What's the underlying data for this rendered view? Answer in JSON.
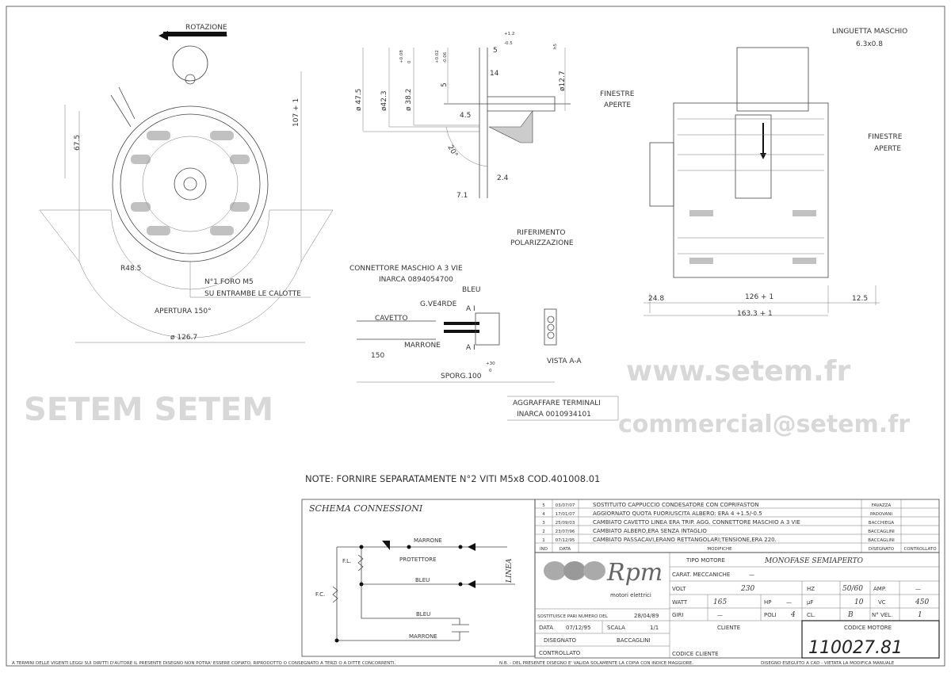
{
  "drawing": {
    "front_view": {
      "rotation_label": "ROTAZIONE",
      "dims": [
        "67.5",
        "107 + 1",
        "R48.5",
        "ø 126.7",
        "APERTURA 150°"
      ],
      "hole_note": [
        "N°1 FORO M5",
        "SU ENTRAMBE LE CALOTTE"
      ]
    },
    "shaft_detail": {
      "dims": [
        "ø 47.5",
        "ø42.3",
        "ø 38.2",
        "+0.08",
        "0",
        "5",
        "+0.02",
        "-0.06",
        "5",
        "+1.2",
        "-0.5",
        "14",
        "ø12.7",
        "h5",
        "4.5",
        "20°",
        "2.4",
        "7.1"
      ]
    },
    "side_view": {
      "labels": [
        "LINGUETTA MASCHIO",
        "6.3x0.8",
        "FINESTRE",
        "APERTE",
        "FINESTRE",
        "APERTE"
      ],
      "dims": [
        "24.8",
        "126 + 1",
        "12.5",
        "163.3 + 1"
      ]
    },
    "connector": {
      "labels": [
        "RIFERIMENTO",
        "POLARIZZAZIONE",
        "CONNETTORE MASCHIO A 3 VIE",
        "INARCA 0894054700",
        "BLEU",
        "G.VE4RDE",
        "A I",
        "CAVETTO",
        "MARRONE",
        "A I",
        "150",
        "+30",
        "0",
        "SPORG.100",
        "VISTA A-A",
        "AGGRAFFARE TERMINALI",
        "INARCA 0010934101"
      ]
    },
    "note": "NOTE: FORNIRE SEPARATAMENTE N°2 VITI M5x8 COD.401008.01"
  },
  "schema": {
    "title": "SCHEMA CONNESSIONI",
    "labels": {
      "marrone1": "MARRONE",
      "protettore": "PROTETTORE",
      "bleu1": "BLEU",
      "linea": "LINEA",
      "fl": "F.L.",
      "fc": "F.C.",
      "bleu2": "BLEU",
      "marrone2": "MARRONE"
    }
  },
  "revisions": {
    "headers": [
      "IND",
      "DATA",
      "MODIFICHE",
      "DISEGNATO",
      "CONTROLLATO"
    ],
    "rows": [
      {
        "ind": "5",
        "data": "03/07/07",
        "modifiche": "SOSTITUITO CAPPUCCIO CONDESATORE CON COPRIFASTON",
        "disegnato": "FAVAZZA",
        "controllato": ""
      },
      {
        "ind": "4",
        "data": "17/01/07",
        "modifiche": "AGGIORNATO QUOTA FUORIUSCITA ALBERO: ERA 4 +1.5/-0.5",
        "disegnato": "PADOVANI",
        "controllato": ""
      },
      {
        "ind": "3",
        "data": "25/09/03",
        "modifiche": "CAMBIATO CAVETTO LINEA ERA TRIP. AGG. CONNETTORE MASCHIO A 3 VIE",
        "disegnato": "BACCHIEGA",
        "controllato": ""
      },
      {
        "ind": "2",
        "data": "23/07/96",
        "modifiche": "CAMBIATO ALBERO,ERA SENZA INTAGLIO",
        "disegnato": "BACCAGLINI",
        "controllato": ""
      },
      {
        "ind": "1",
        "data": "07/12/95",
        "modifiche": "CAMBIATO PASSACAVI,ERANO RETTANGOLARI;TENSIONE,ERA 220.",
        "disegnato": "BACCAGLINI",
        "controllato": ""
      }
    ]
  },
  "title_block": {
    "logo_text": "Rpm",
    "logo_sub": "motori elettrici",
    "sostituisce_label": "SOSTITUISCE PARI NUMERO DEL",
    "sostituisce_value": "28/04/89",
    "data_label": "DATA",
    "data_value": "07/12/95",
    "scala_label": "SCALA",
    "scala_value": "1/1",
    "disegnato_label": "DISEGNATO",
    "disegnato_value": "BACCAGLINI",
    "controllato_label": "CONTROLLATO",
    "tipo_motore_label": "TIPO MOTORE",
    "tipo_motore_value": "MONOFASE SEMIAPERTO",
    "carat_label": "CARAT. MECCANICHE",
    "carat_value": "—",
    "volt_label": "VOLT",
    "volt_value": "230",
    "hz_label": "HZ",
    "hz_value": "50/60",
    "amp_label": "AMP.",
    "amp_value": "—",
    "watt_label": "WATT",
    "watt_value": "165",
    "hp_label": "HP",
    "hp_value": "—",
    "uf_label": "µF",
    "uf_value": "10",
    "vc_label": "VC",
    "vc_value": "450",
    "giri_label": "GIRI",
    "giri_value": "—",
    "poli_label": "POLI",
    "poli_value": "4",
    "cl_label": "CL.",
    "cl_value": "B",
    "nvel_label": "N° VEL.",
    "nvel_value": "1",
    "cliente_label": "CLIENTE",
    "codice_cliente_label": "CODICE CLIENTE",
    "codice_motore_label": "CODICE MOTORE",
    "codice_motore_value": "110027.81"
  },
  "footer": {
    "copyright": "A TERMINI DELLE VIGENTI LEGGI SUI DIRITTI D'AUTORE IL PRESENTE DISEGNO NON POTRA' ESSERE COPIATO, RIPRODOTTO O CONSEGNATO A TERZI O A DITTE CONCORRENTI.",
    "validity": "N.B. - DEL PRESENTE DISEGNO E' VALIDA SOLAMENTE LA COPIA CON INDICE MAGGIORE.",
    "cad": "DISEGNO ESEGUITO A CAD - VIETATA LA MODIFICA MANUALE"
  },
  "watermark": [
    "www.setem.fr",
    "SETEM SETEM",
    "commercial@setem.fr"
  ]
}
